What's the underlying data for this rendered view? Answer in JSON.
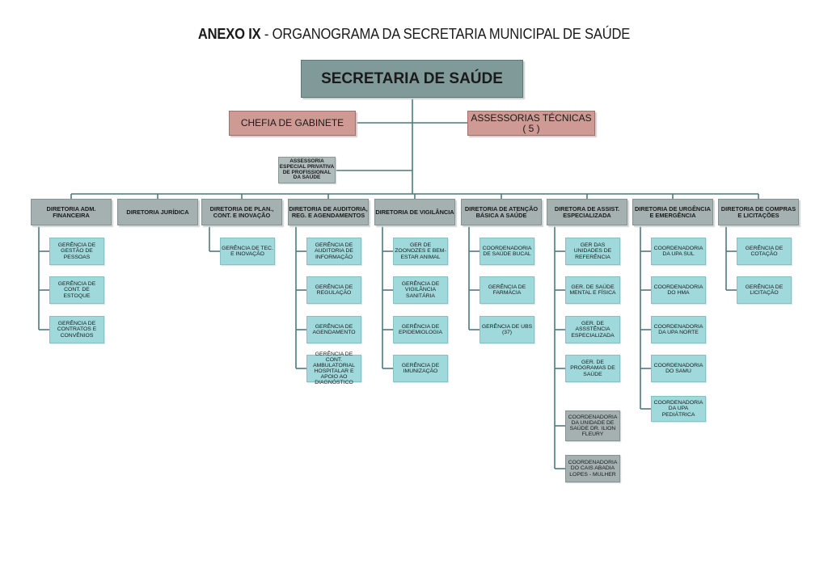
{
  "title": {
    "bold": "ANEXO IX",
    "rest": " - ORGANOGRAMA DA SECRETARIA MUNICIPAL DE SAÚDE"
  },
  "secretaria": "SECRETARIA DE SAÚDE",
  "chefia": "CHEFIA DE GABINETE",
  "assessorias": "ASSESSORIAS TÉCNICAS ( 5 )",
  "assessoria_especial": "ASSESSORIA ESPECIAL PRIVATIVA DE PROFISSIONAL DA SAÚDE",
  "diretorias": [
    {
      "label": "DIRETORIA ADM. FINANCEIRA",
      "children": [
        "GERÊNCIA DE GESTÃO DE PESSOAS",
        "GERÊNCIA DE CONT. DE ESTOQUE",
        "GERÊNCIA DE CONTRATOS E CONVÊNIOS"
      ]
    },
    {
      "label": "DIRETORIA JURÍDICA",
      "children": []
    },
    {
      "label": "DIRETORIA DE PLAN., CONT. E INOVAÇÃO",
      "children": [
        "GERÊNCIA DE TEC. E INOVAÇÃO"
      ]
    },
    {
      "label": "DIRETORIA DE AUDITORIA, REG. E AGENDAMENTOS",
      "children": [
        "GERÊNCIA DE AUDITORIA DE INFORMAÇÃO",
        "GERÊNCIA DE REGULAÇÃO",
        "GERÊNCIA DE AGENDAMENTO",
        "GERÊNCIA DE CONT. AMBULATORIAL HOSPITALAR E APOIO AO DIAGNÓSTICO"
      ]
    },
    {
      "label": "DIRETORIA DE VIGILÂNCIA",
      "children": [
        "GER DE ZOONOZES E BEM-ESTAR ANIMAL",
        "GERÊNCIA DE VIGILÂNCIA SANITÁRIA",
        "GERÊNCIA DE EPIDEMIOLOGIA",
        "GERÊNCIA DE IMUNIZAÇÃO"
      ]
    },
    {
      "label": "DIRETORIA DE ATENÇÃO BÁSICA A SAÚDE",
      "children": [
        "COORDENADORIA DE SAÚDE BUCAL",
        "GERÊNCIA DE FARMÁCIA",
        "GERÊNCIA DE UBS (37)"
      ]
    },
    {
      "label": "DIRETORA DE ASSIST. ESPECIALIZADA",
      "children": [
        "GER DAS UNIDADES DE REFERÊNCIA",
        "GER. DE SAÚDE MENTAL E FÍSICA",
        "GER. DE ASSSTÊNCIA ESPECIALIZADA",
        "GER. DE PROGRAMAS DE SAÚDE",
        "COORDENADORIA DA UNIDADE DE SAÚDE DR. ILION FLEURY",
        "COORDENADORIA DO CAIS ABADIA LOPES - MULHER"
      ]
    },
    {
      "label": "DIRETORIA DE URGÊNCIA E EMERGÊNCIA",
      "children": [
        "COORDENADORIA DA UPA SUL",
        "COORDENADORIA DO HMA",
        "COORDENADORIA DA UPA NORTE",
        "COORDENADORIA DO SAMU",
        "COORDENADORIA DA UPA PEDIÁTRICA"
      ]
    },
    {
      "label": "DIRETORIA DE COMPRAS E LICITAÇÕES",
      "children": [
        "GERÊNCIA DE COTAÇÃO",
        "GERÊNCIA DE LICITAÇÃO"
      ]
    }
  ],
  "colors": {
    "secretaria": "#7f9a98",
    "chefia_assessorias": "#cf9a93",
    "diretoria": "#a5b1b1",
    "gerencia": "#9fd9dc",
    "coordenadoria_cinza": "#a5b1b1",
    "connector": "#4d7a7e"
  }
}
